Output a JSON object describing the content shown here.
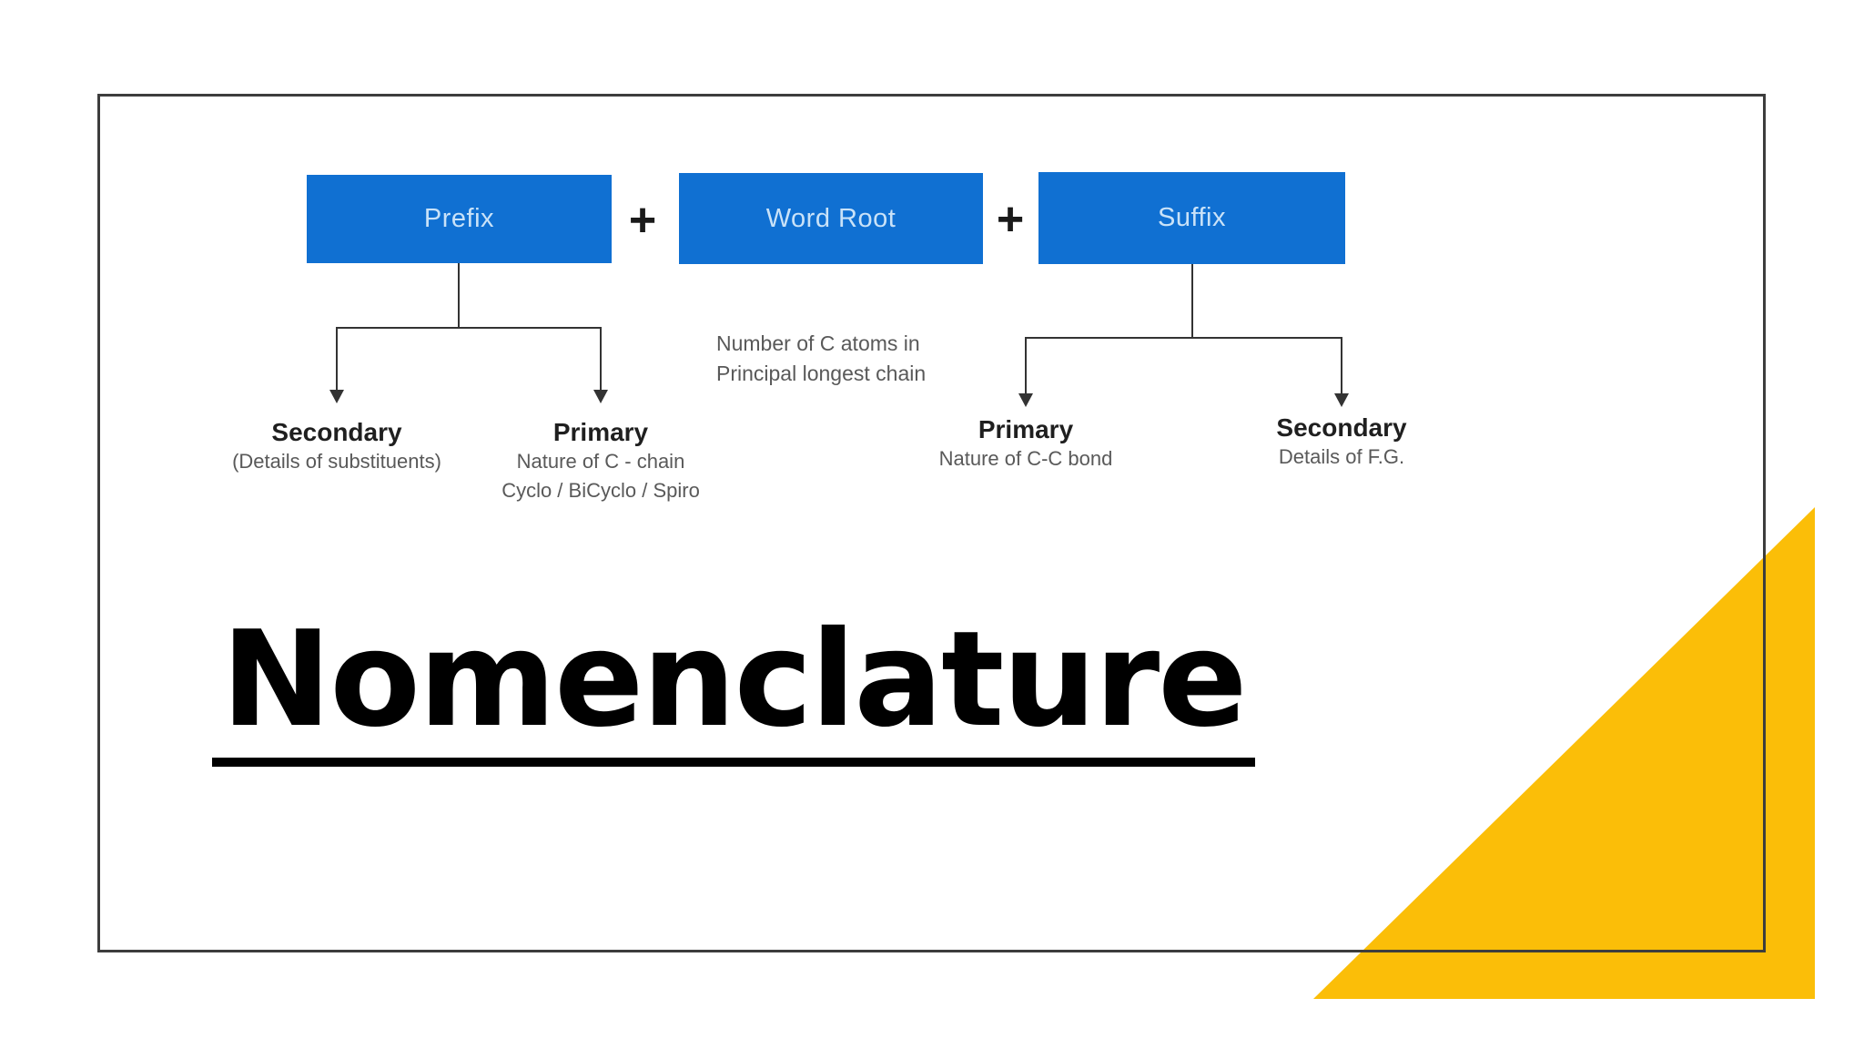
{
  "slide": {
    "title": "Nomenclature"
  },
  "colors": {
    "box_blue": "#1070D2",
    "box_text": "#C9E2F8",
    "accent_yellow": "#FBBE08",
    "frame_border": "#3D3D3D",
    "connector": "#333333",
    "label_dark": "#1F1F1F",
    "label_gray": "#595959"
  },
  "formula": {
    "plus": "+",
    "prefix_label": "Prefix",
    "word_root_label": "Word Root",
    "suffix_label": "Suffix"
  },
  "prefix_branch": {
    "secondary_title": "Secondary",
    "secondary_detail": "(Details of substituents)",
    "primary_title": "Primary",
    "primary_detail_1": "Nature of C - chain",
    "primary_detail_2": "Cyclo / BiCyclo / Spiro"
  },
  "word_root_note": {
    "line1": "Number of C atoms in",
    "line2": "Principal longest chain"
  },
  "suffix_branch": {
    "primary_title": "Primary",
    "primary_detail": "Nature of C-C bond",
    "secondary_title": "Secondary",
    "secondary_detail": "Details of F.G."
  }
}
